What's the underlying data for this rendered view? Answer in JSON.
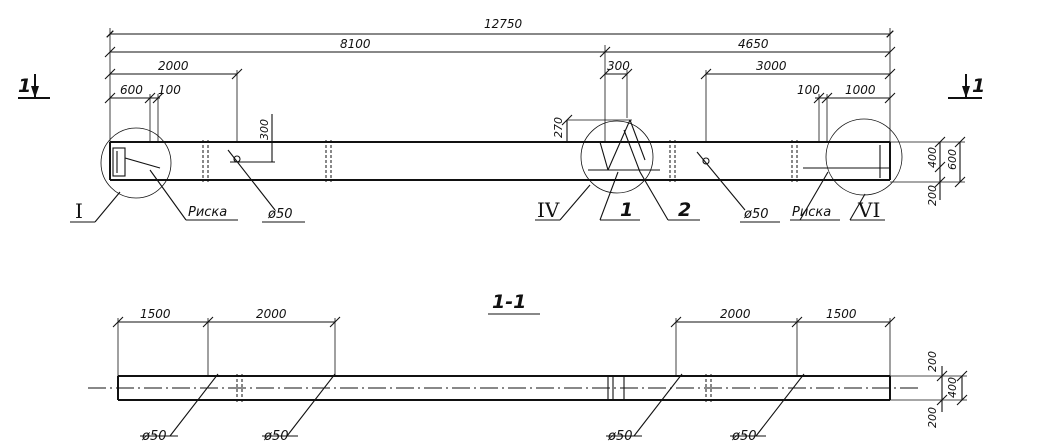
{
  "top_view": {
    "dims": {
      "overall": "12750",
      "left_part": "8100",
      "right_part": "4650",
      "left_hole": "2000",
      "left_600": "600",
      "left_100": "100",
      "center_300": "300",
      "right_hole": "3000",
      "right_100": "100",
      "right_1000": "1000",
      "hole_300": "300",
      "center_270": "270",
      "right_400": "400",
      "right_600": "600",
      "right_200": "200"
    },
    "labels": {
      "section_left": "1",
      "section_right": "1",
      "node_I": "I",
      "node_IV": "IV",
      "node_VI": "VI",
      "pos_1": "1",
      "pos_2": "2",
      "mark_left": "Риска",
      "mark_right": "Риска",
      "hole_left": "ø50",
      "hole_right": "ø50"
    }
  },
  "section_view": {
    "title": "1-1",
    "dims": {
      "left_1500": "1500",
      "left_2000": "2000",
      "right_2000": "2000",
      "right_1500": "1500",
      "side_200_top": "200",
      "side_400": "400",
      "side_200_bottom": "200"
    },
    "holes": [
      "ø50",
      "ø50",
      "ø50",
      "ø50"
    ]
  }
}
